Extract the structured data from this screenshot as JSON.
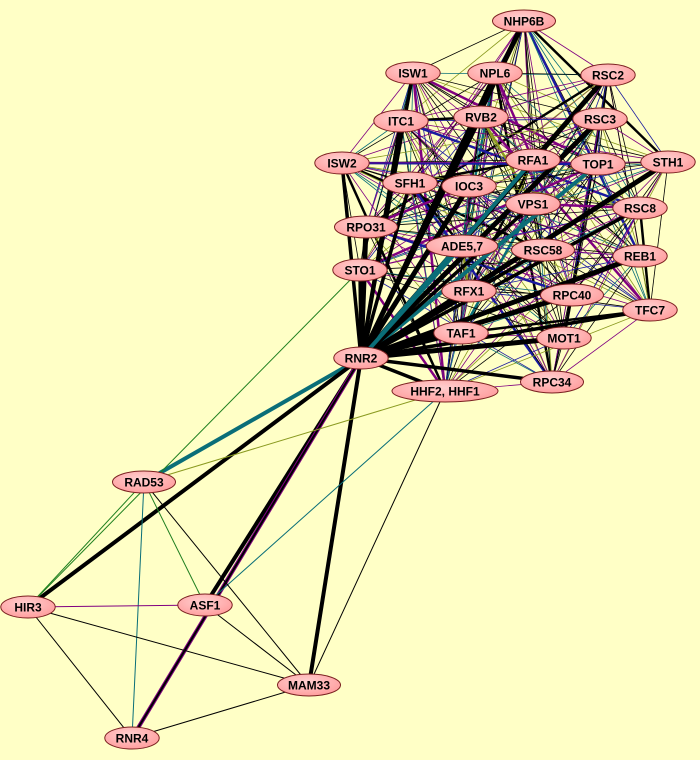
{
  "graph": {
    "colors": {
      "background": "#ffffc6",
      "node_fill": "#ff9a9a",
      "node_stroke": "#7a2020",
      "black": "#000000",
      "teal": "#0a6e78",
      "purple": "#800080",
      "navy": "#1a1aa0",
      "green": "#208020",
      "olive": "#8a9a20"
    },
    "nodes": [
      "NHP6B",
      "ISW1",
      "NPL6",
      "RSC2",
      "ITC1",
      "RVB2",
      "RSC3",
      "RFA1",
      "TOP1",
      "STH1",
      "ISW2",
      "SFH1",
      "IOC3",
      "VPS1",
      "RSC8",
      "RPO31",
      "ADE5,7",
      "RSC58",
      "REB1",
      "STO1",
      "RFX1",
      "RPC40",
      "TFC7",
      "TAF1",
      "MOT1",
      "RNR2",
      "HHF2, HHF1",
      "RPC34",
      "RAD53",
      "HIR3",
      "ASF1",
      "MAM33",
      "RNR4"
    ],
    "cluster": [
      "NHP6B",
      "ISW1",
      "NPL6",
      "RSC2",
      "ITC1",
      "RVB2",
      "RSC3",
      "RFA1",
      "TOP1",
      "STH1",
      "ISW2",
      "SFH1",
      "IOC3",
      "VPS1",
      "RSC8",
      "RPO31",
      "ADE5,7",
      "RSC58",
      "REB1",
      "STO1",
      "RFX1",
      "RPC40",
      "TFC7",
      "TAF1",
      "MOT1",
      "RPC34",
      "HHF2, HHF1"
    ],
    "hub": "RNR2",
    "hub_teal_targets": [
      "ADE5,7",
      "RFA1",
      "TOP1"
    ],
    "edges": [
      [
        "RNR2",
        "RAD53",
        "teal",
        4
      ],
      [
        "RNR2",
        "HIR3",
        "black",
        4
      ],
      [
        "RNR2",
        "ASF1",
        "black",
        4
      ],
      [
        "RNR2",
        "RNR4",
        "purple",
        4
      ],
      [
        "RNR2",
        "RNR4",
        "black",
        2
      ],
      [
        "RNR2",
        "MAM33",
        "black",
        4
      ],
      [
        "STO1",
        "HIR3",
        "green",
        1
      ],
      [
        "HHF2, HHF1",
        "RAD53",
        "olive",
        1
      ],
      [
        "HHF2, HHF1",
        "ASF1",
        "teal",
        1
      ],
      [
        "HHF2, HHF1",
        "MAM33",
        "black",
        1
      ],
      [
        "RAD53",
        "HIR3",
        "green",
        1
      ],
      [
        "RAD53",
        "ASF1",
        "green",
        1
      ],
      [
        "RAD53",
        "RNR4",
        "teal",
        1
      ],
      [
        "RAD53",
        "MAM33",
        "black",
        1
      ],
      [
        "HIR3",
        "ASF1",
        "purple",
        1
      ],
      [
        "HIR3",
        "MAM33",
        "black",
        1
      ],
      [
        "HIR3",
        "RNR4",
        "black",
        1
      ],
      [
        "ASF1",
        "MAM33",
        "black",
        1
      ],
      [
        "RNR4",
        "MAM33",
        "black",
        1
      ]
    ]
  }
}
